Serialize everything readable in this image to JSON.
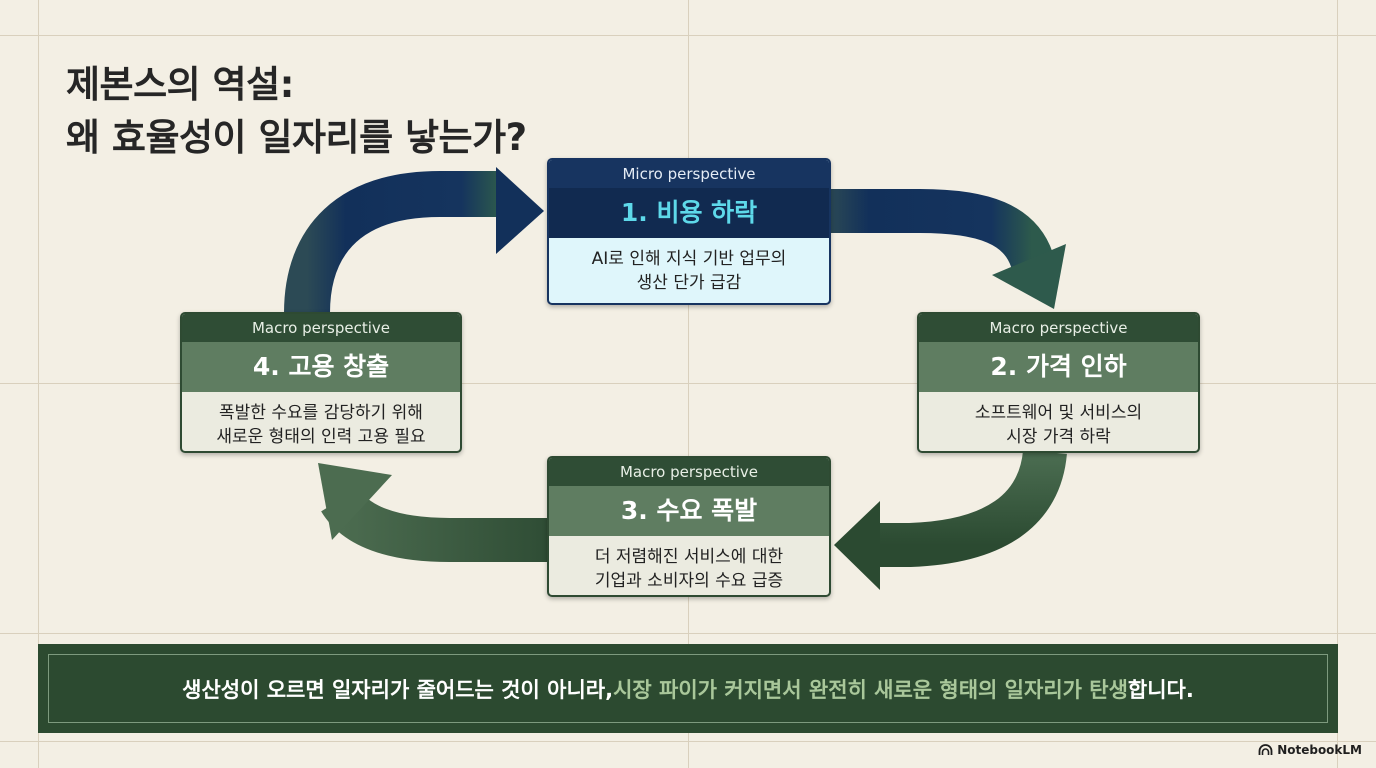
{
  "title": {
    "line1": "제본스의 역설:",
    "line2": "왜 효율성이 일자리를 낳는가?"
  },
  "cards": {
    "step1": {
      "perspective": "Micro perspective",
      "heading": "1. 비용 하락",
      "desc_line1": "AI로 인해 지식 기반 업무의",
      "desc_line2": "생산 단가 급감"
    },
    "step2": {
      "perspective": "Macro perspective",
      "heading": "2. 가격 인하",
      "desc_line1": "소프트웨어 및 서비스의",
      "desc_line2": "시장 가격 하락"
    },
    "step3": {
      "perspective": "Macro perspective",
      "heading": "3. 수요 폭발",
      "desc_line1": "더 저렴해진 서비스에 대한",
      "desc_line2": "기업과 소비자의 수요 급증"
    },
    "step4": {
      "perspective": "Macro perspective",
      "heading": "4. 고용 창출",
      "desc_line1": "폭발한 수요를 감당하기 위해",
      "desc_line2": "새로운 형태의 인력 고용 필요"
    }
  },
  "banner": {
    "text_start": "생산성이 오르면 일자리가 줄어드는 것이 아니라, ",
    "text_highlight": "시장 파이가 커지면서 완전히 새로운 형태의 일자리가 탄생",
    "text_end": "합니다."
  },
  "brand": {
    "label": "NotebookLM",
    "icon": "notebooklm-logo-icon"
  },
  "colors": {
    "background": "#f3efe4",
    "micro_navy": "#173460",
    "micro_accent": "#5ed9ea",
    "macro_green": "#2f4d35",
    "banner_highlight": "#a9c79a"
  }
}
